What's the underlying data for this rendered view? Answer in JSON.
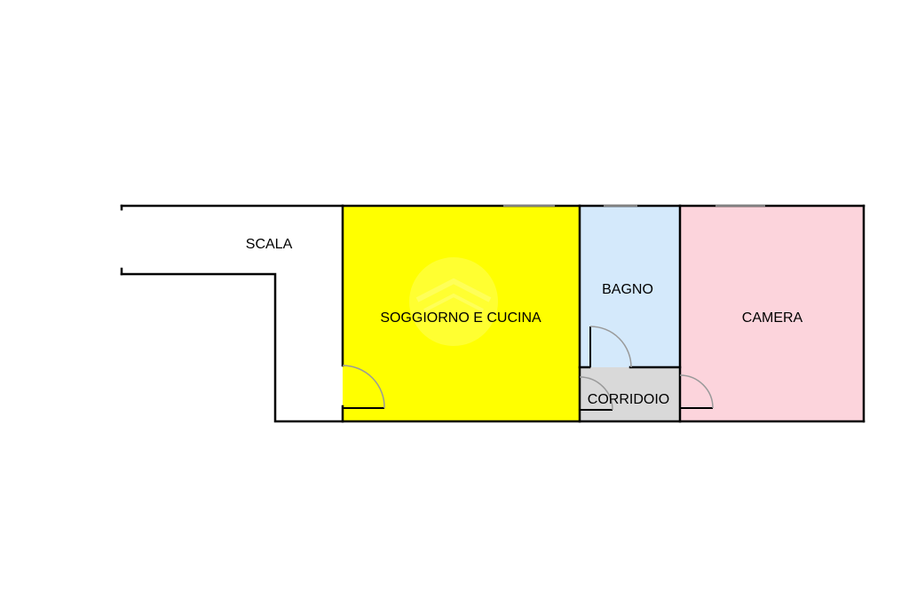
{
  "floorplan": {
    "rooms": [
      {
        "id": "scala",
        "label": "SCALA",
        "fill": "#ffffff"
      },
      {
        "id": "soggiorno",
        "label": "SOGGIORNO E CUCINA",
        "fill": "#ffff00"
      },
      {
        "id": "bagno",
        "label": "BAGNO",
        "fill": "#d4e9fb"
      },
      {
        "id": "corridoio",
        "label": "CORRIDOIO",
        "fill": "#d9d9d9"
      },
      {
        "id": "camera",
        "label": "CAMERA",
        "fill": "#fcd4dc"
      }
    ],
    "wall_color": "#000000",
    "door_arc_color": "#9a9a9a",
    "watermark_icon": "house-logo-watermark"
  }
}
